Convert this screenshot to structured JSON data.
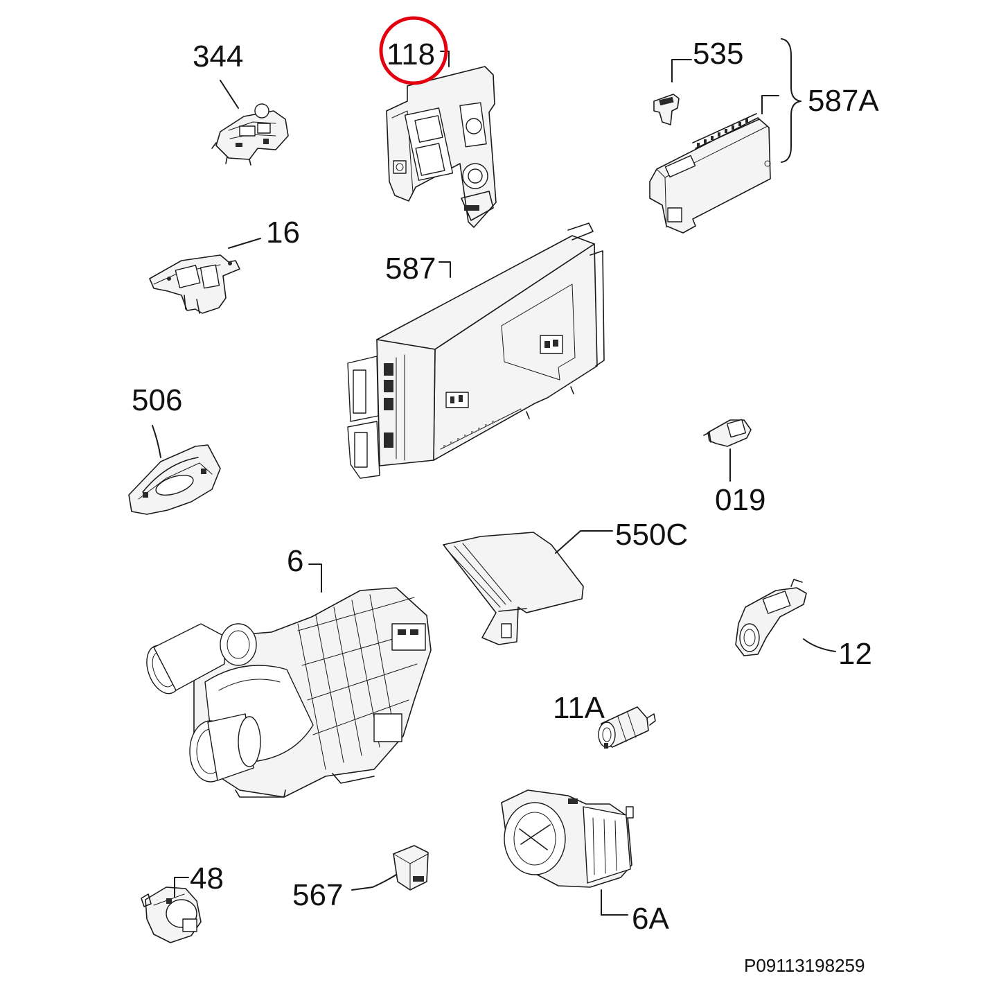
{
  "diagram": {
    "code": "P09113198259",
    "highlight": {
      "part": "118",
      "color": "#e3000f"
    },
    "parts": [
      {
        "id": "344",
        "label": "344"
      },
      {
        "id": "118",
        "label": "118"
      },
      {
        "id": "535",
        "label": "535"
      },
      {
        "id": "587A",
        "label": "587A"
      },
      {
        "id": "16",
        "label": "16"
      },
      {
        "id": "587",
        "label": "587"
      },
      {
        "id": "506",
        "label": "506"
      },
      {
        "id": "019",
        "label": "019"
      },
      {
        "id": "550C",
        "label": "550C"
      },
      {
        "id": "6",
        "label": "6"
      },
      {
        "id": "12",
        "label": "12"
      },
      {
        "id": "11A",
        "label": "11A"
      },
      {
        "id": "48",
        "label": "48"
      },
      {
        "id": "567",
        "label": "567"
      },
      {
        "id": "6A",
        "label": "6A"
      }
    ]
  }
}
